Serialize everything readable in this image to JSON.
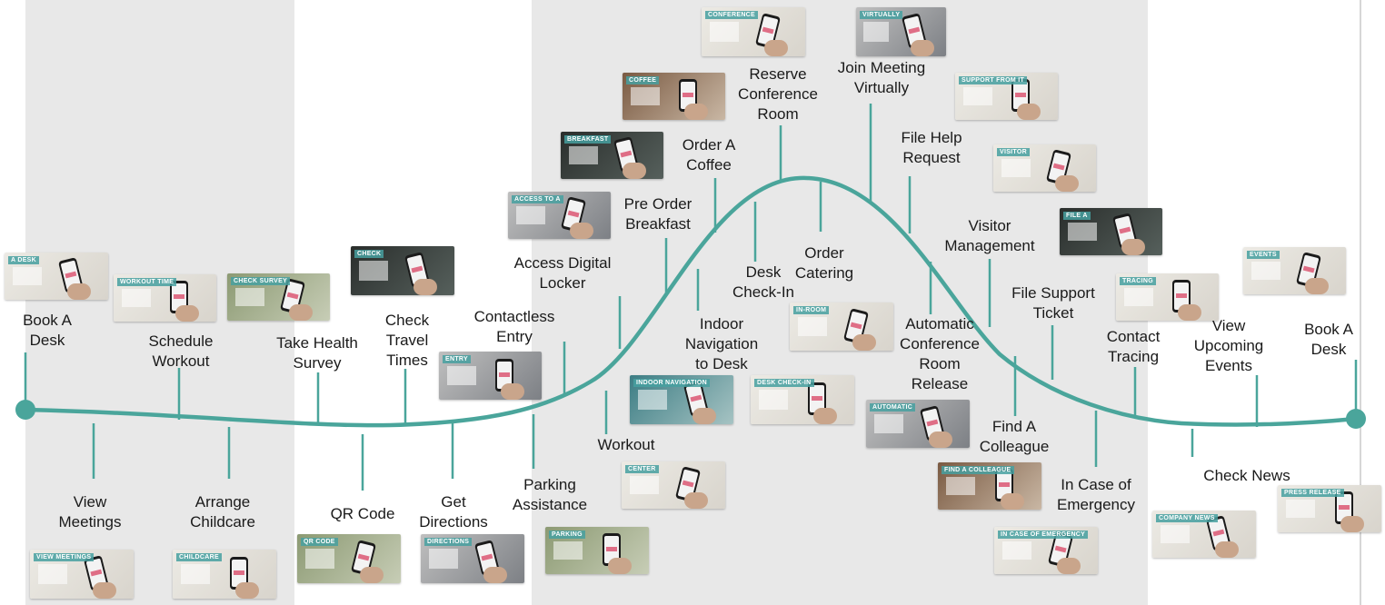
{
  "colors": {
    "curve": "#4aa59b",
    "marker": "#4aa59b",
    "text": "#1a1a1a",
    "band_grey": "#e8e8e8"
  },
  "start_label": {
    "text": "Book A\nDesk"
  },
  "end_label": {
    "text": "Book A\nDesk"
  },
  "above_items": [
    {
      "key": "schedule-workout",
      "label": "Schedule\nWorkout"
    },
    {
      "key": "take-health-survey",
      "label": "Take Health\nSurvey"
    },
    {
      "key": "check-travel-times",
      "label": "Check\nTravel\nTimes"
    },
    {
      "key": "contactless-entry",
      "label": "Contactless\nEntry"
    },
    {
      "key": "access-digital-locker",
      "label": "Access Digital\nLocker"
    },
    {
      "key": "pre-order-breakfast",
      "label": "Pre Order\nBreakfast"
    },
    {
      "key": "order-a-coffee",
      "label": "Order A\nCoffee"
    },
    {
      "key": "reserve-conference-room",
      "label": "Reserve\nConference\nRoom"
    },
    {
      "key": "order-catering",
      "label": "Order\nCatering"
    },
    {
      "key": "join-meeting-virtually",
      "label": "Join Meeting\nVirtually"
    },
    {
      "key": "file-help-request",
      "label": "File Help\nRequest"
    },
    {
      "key": "visitor-management",
      "label": "Visitor\nManagement"
    },
    {
      "key": "file-support-ticket",
      "label": "File Support\nTicket"
    },
    {
      "key": "contact-tracing",
      "label": "Contact\nTracing"
    },
    {
      "key": "view-upcoming-events",
      "label": "View\nUpcoming\nEvents"
    }
  ],
  "below_items": [
    {
      "key": "view-meetings",
      "label": "View\nMeetings"
    },
    {
      "key": "arrange-childcare",
      "label": "Arrange\nChildcare"
    },
    {
      "key": "qr-code",
      "label": "QR Code"
    },
    {
      "key": "get-directions",
      "label": "Get\nDirections"
    },
    {
      "key": "parking-assistance",
      "label": "Parking\nAssistance"
    },
    {
      "key": "workout",
      "label": "Workout"
    },
    {
      "key": "indoor-navigation",
      "label": "Indoor\nNavigation\nto Desk"
    },
    {
      "key": "desk-check-in",
      "label": "Desk\nCheck-In"
    },
    {
      "key": "automatic-room-release",
      "label": "Automatic\nConference\nRoom\nRelease"
    },
    {
      "key": "find-a-colleague",
      "label": "Find A\nColleague"
    },
    {
      "key": "in-case-of-emergency",
      "label": "In Case of\nEmergency"
    },
    {
      "key": "check-news",
      "label": "Check News"
    }
  ],
  "thumbnails": [
    {
      "key": "book-desk-1",
      "tag": "A DESK",
      "theme": "room"
    },
    {
      "key": "workout-time",
      "tag": "WORKOUT TIME",
      "theme": "room"
    },
    {
      "key": "check-survey",
      "tag": "CHECK SURVEY",
      "theme": "green"
    },
    {
      "key": "check-travel",
      "tag": "CHECK",
      "theme": "dark"
    },
    {
      "key": "entry",
      "tag": "ENTRY",
      "theme": "grey"
    },
    {
      "key": "access-locker",
      "tag": "ACCESS TO A",
      "theme": "grey"
    },
    {
      "key": "breakfast",
      "tag": "BREAKFAST",
      "theme": "dark"
    },
    {
      "key": "coffee",
      "tag": "COFFEE",
      "theme": "brown"
    },
    {
      "key": "conference",
      "tag": "CONFERENCE",
      "theme": "room"
    },
    {
      "key": "virtually",
      "tag": "VIRTUALLY",
      "theme": "grey"
    },
    {
      "key": "support-it",
      "tag": "SUPPORT FROM IT",
      "theme": "room"
    },
    {
      "key": "visitor",
      "tag": "VISITOR",
      "theme": "room"
    },
    {
      "key": "file-ticket",
      "tag": "FILE A",
      "theme": "dark"
    },
    {
      "key": "tracing",
      "tag": "TRACING",
      "theme": "room"
    },
    {
      "key": "events",
      "tag": "EVENTS",
      "theme": "room"
    },
    {
      "key": "view-meetings",
      "tag": "VIEW MEETINGS",
      "theme": "room"
    },
    {
      "key": "childcare",
      "tag": "CHILDCARE",
      "theme": "room"
    },
    {
      "key": "qr-code",
      "tag": "QR CODE",
      "theme": "green"
    },
    {
      "key": "directions",
      "tag": "DIRECTIONS",
      "theme": "grey"
    },
    {
      "key": "parking",
      "tag": "PARKING",
      "theme": "green"
    },
    {
      "key": "center",
      "tag": "CENTER",
      "theme": "room"
    },
    {
      "key": "navigation",
      "tag": "INDOOR NAVIGATION",
      "theme": "teal"
    },
    {
      "key": "check-in",
      "tag": "DESK CHECK-IN",
      "theme": "room"
    },
    {
      "key": "catering",
      "tag": "IN-ROOM",
      "theme": "room"
    },
    {
      "key": "auto-release",
      "tag": "AUTOMATIC",
      "theme": "grey"
    },
    {
      "key": "colleague",
      "tag": "FIND A COLLEAGUE",
      "theme": "brown"
    },
    {
      "key": "emergency",
      "tag": "IN CASE OF EMERGENCY",
      "theme": "room"
    },
    {
      "key": "news",
      "tag": "COMPANY NEWS",
      "theme": "room"
    },
    {
      "key": "release",
      "tag": "PRESS RELEASE",
      "theme": "room"
    }
  ]
}
